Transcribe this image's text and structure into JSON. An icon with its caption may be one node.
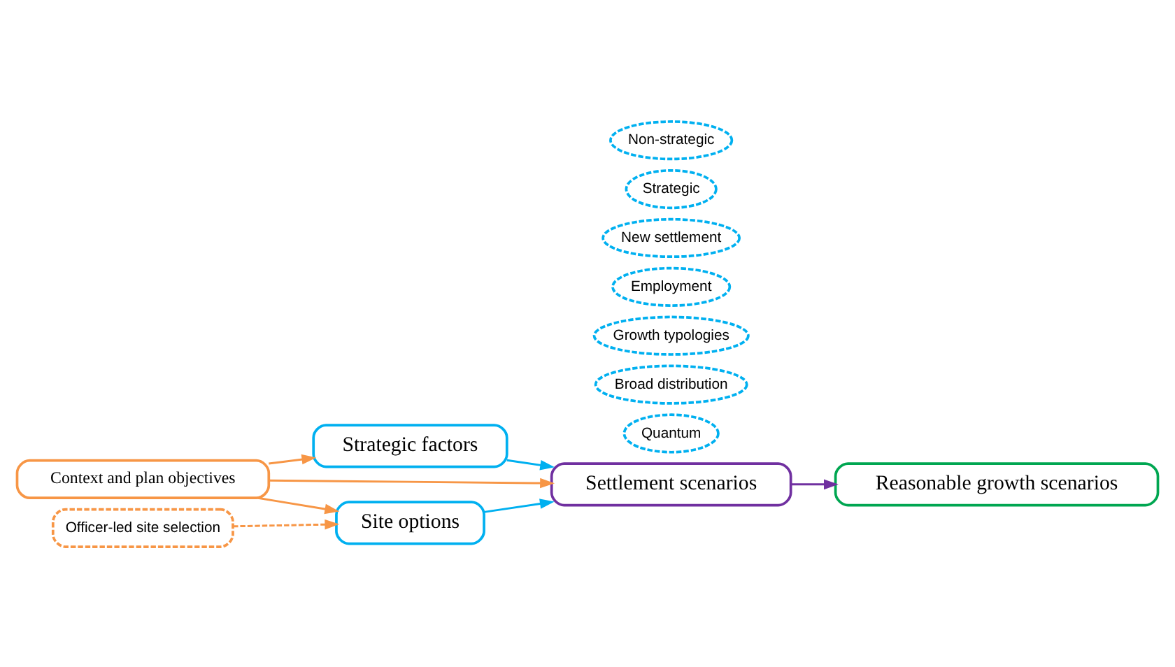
{
  "diagram": {
    "nodes": [
      {
        "text": [
          "Strategic factors"
        ]
      },
      {
        "text": [
          "Quantum"
        ]
      },
      {
        "text": [
          "Broad distribution"
        ]
      },
      {
        "text": [
          "Growth typologies"
        ]
      },
      {
        "text": [
          "Context and plan objectives"
        ]
      },
      {
        "text": [
          "Settlement scenarios"
        ]
      },
      {
        "text": [
          "Reasonable growth scenarios"
        ]
      },
      {
        "text": [
          "Site options"
        ]
      },
      {
        "text": [
          "Employment"
        ]
      },
      {
        "text": [
          "New settlement"
        ]
      },
      {
        "text": [
          "Officer-led site selection"
        ]
      },
      {
        "text": [
          "Strategic"
        ]
      },
      {
        "text": [
          "Non-strategic"
        ]
      }
    ],
    "edges": [
      {
        "from": 4,
        "to": 0,
        "arrow": "to",
        "color": "#f79646"
      },
      {
        "from": 4,
        "to": 5,
        "arrow": "to",
        "color": "#f79646"
      },
      {
        "from": 4,
        "to": 7,
        "arrow": "to",
        "color": "#f79646"
      },
      {
        "from": 0,
        "to": 5,
        "arrow": "to",
        "color": "#00b0f0"
      },
      {
        "from": 7,
        "to": 5,
        "arrow": "to",
        "color": "#00b0f0"
      },
      {
        "from": 5,
        "to": 6,
        "arrow": "to",
        "color": "#7030a0"
      },
      {
        "from": 10,
        "to": 7,
        "arrow": "to",
        "style": "dashed",
        "color": "#f79646"
      }
    ]
  }
}
